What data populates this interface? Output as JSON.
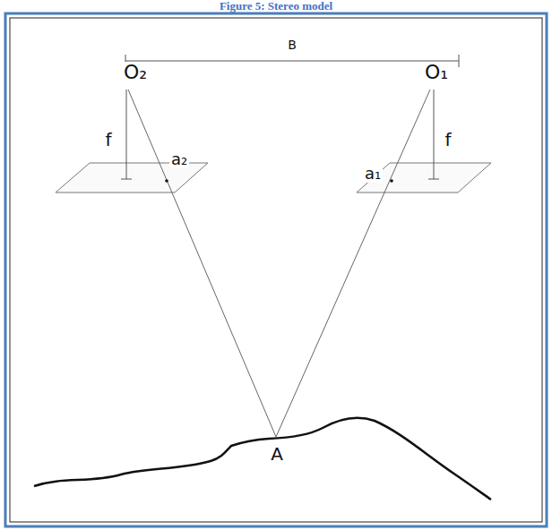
{
  "diagram": {
    "title": "Figure 5: Stereo model",
    "labels": [
      "B",
      "O₂",
      "O₁",
      "f",
      "a₂",
      "a₁",
      "f",
      "A"
    ]
  }
}
